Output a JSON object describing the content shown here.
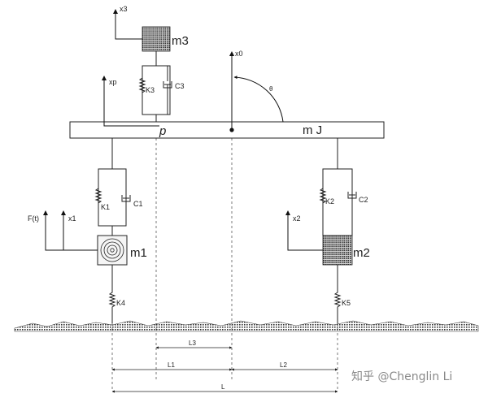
{
  "masses": {
    "m1": "m1",
    "m2": "m2",
    "m3": "m3",
    "body": "m  J"
  },
  "springs": {
    "k1": "K1",
    "k2": "K2",
    "k3": "K3",
    "k4": "K4",
    "k5": "K5"
  },
  "dampers": {
    "c1": "C1",
    "c2": "C2",
    "c3": "C3"
  },
  "coords": {
    "x0": "x0",
    "x1": "x1",
    "x2": "x2",
    "x3": "x3",
    "xp": "xp",
    "theta": "θ",
    "p": "p"
  },
  "force": "F(t)",
  "dims": {
    "l": "L",
    "l1": "L1",
    "l2": "L2",
    "l3": "L3"
  },
  "watermark": "知乎 @Chenglin Li"
}
